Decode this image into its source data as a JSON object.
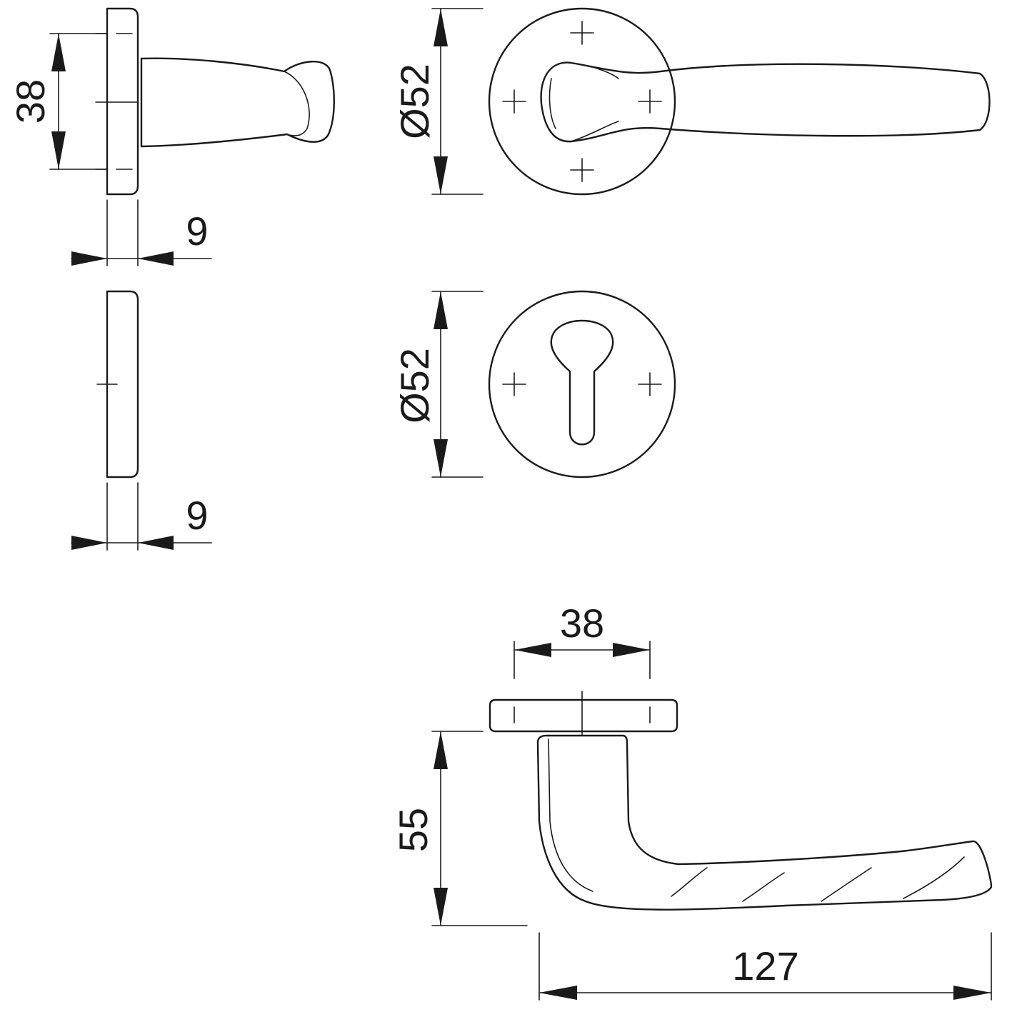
{
  "diagram": {
    "rose_side_height": "38",
    "rose_thickness": "9",
    "rose_diameter": "Ø52",
    "escutcheon_diameter": "Ø52",
    "escutcheon_thickness": "9",
    "lever_rose_width": "38",
    "lever_height": "55",
    "lever_length": "127"
  }
}
